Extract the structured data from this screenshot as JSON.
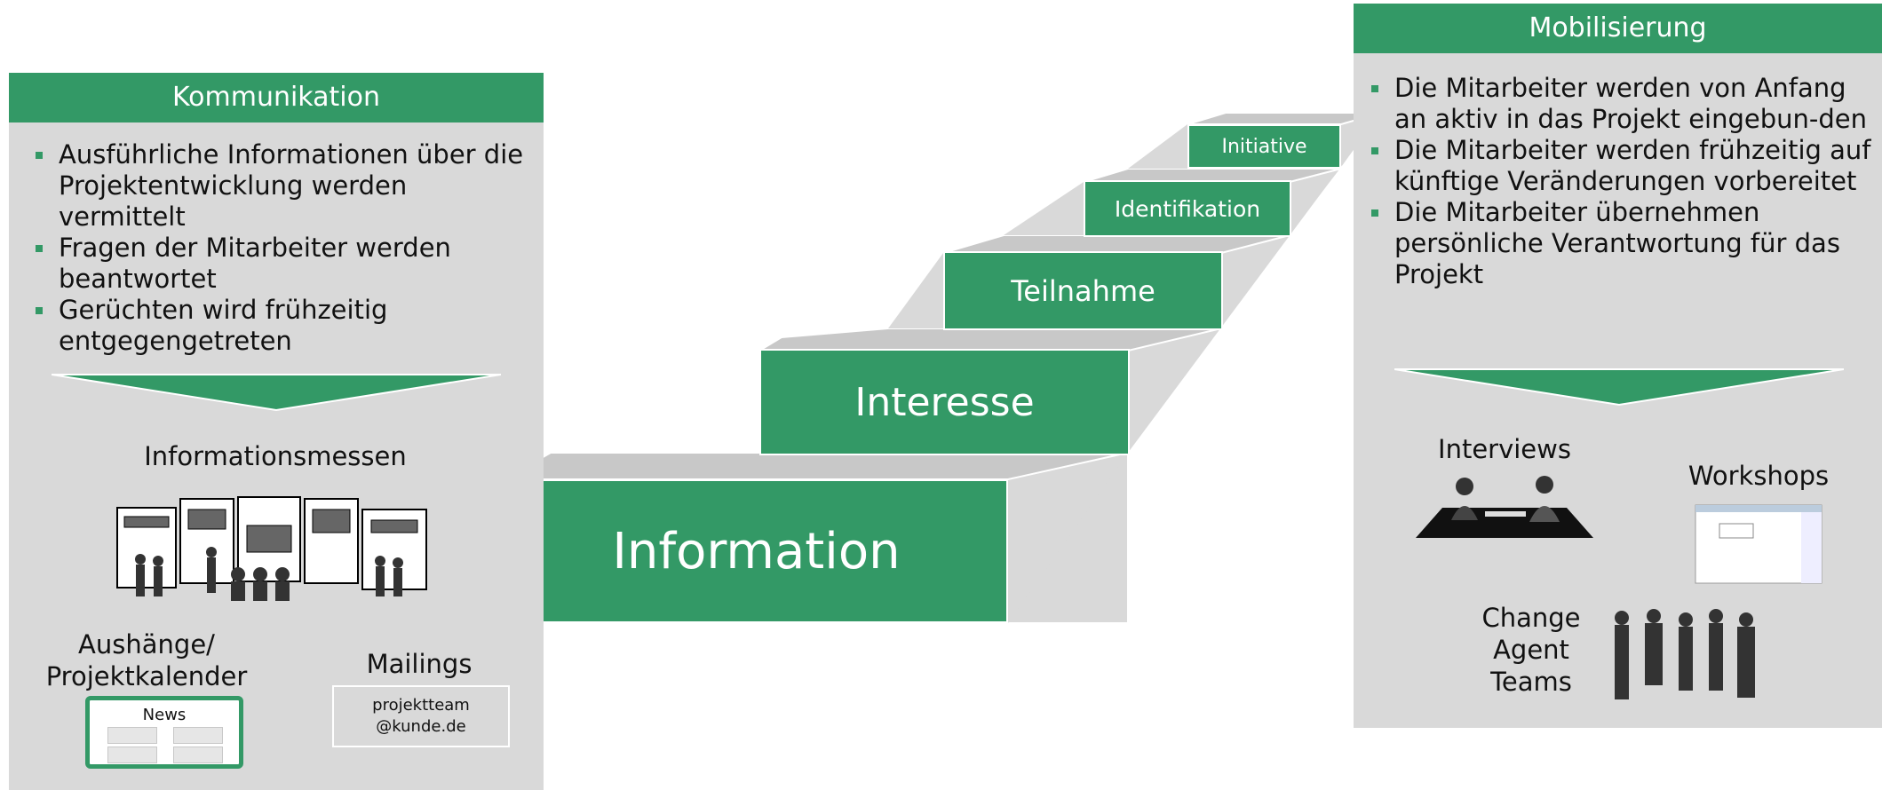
{
  "kommunikation": {
    "title": "Kommunikation",
    "bullets": [
      "Ausführliche Informationen über die Projektentwicklung werden vermittelt",
      "Fragen der Mitarbeiter werden beantwortet",
      "Gerüchten wird frühzeitig entgegengetreten"
    ],
    "informationsmessen": "Informationsmessen",
    "aushaenge": "Aushänge/\nProjektkalender",
    "mailings": "Mailings",
    "news": "News",
    "email": "projektteam\n@kunde.de"
  },
  "mobilisierung": {
    "title": "Mobilisierung",
    "bullets": [
      "Die Mitarbeiter werden von Anfang an aktiv in das Projekt eingebun-den",
      "Die Mitarbeiter werden frühzeitig auf künftige Veränderungen vorbereitet",
      "Die Mitarbeiter übernehmen persönliche Verantwortung für das Projekt"
    ],
    "interviews": "Interviews",
    "workshops": "Workshops",
    "change_agent": "Change\nAgent\nTeams"
  },
  "steps": {
    "information": "Information",
    "interesse": "Interesse",
    "teilnahme": "Teilnahme",
    "identifikation": "Identifikation",
    "initiative": "Initiative"
  },
  "colors": {
    "accent": "#339966",
    "panel": "#d9d9d9"
  }
}
